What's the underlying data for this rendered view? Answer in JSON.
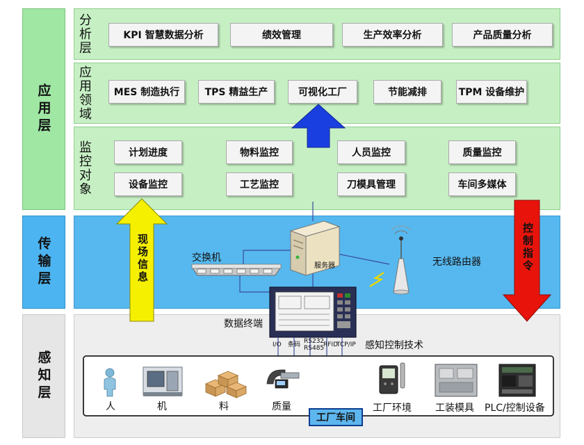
{
  "layers": {
    "application": "应用层",
    "transport": "传输层",
    "perception": "感知层"
  },
  "bands": {
    "analysis": "分析层",
    "domain": "应用领域",
    "monitor": "监控对象"
  },
  "analysis_items": [
    "KPI 智慧数据分析",
    "绩效管理",
    "生产效率分析",
    "产品质量分析"
  ],
  "domain_items": [
    "MES 制造执行",
    "TPS 精益生产",
    "可视化工厂",
    "节能减排",
    "TPM 设备维护"
  ],
  "monitor_items": [
    "计划进度",
    "物料监控",
    "人员监控",
    "质量监控",
    "设备监控",
    "工艺监控",
    "刀模具管理",
    "车间多媒体"
  ],
  "arrows": {
    "up_label": "现场信息",
    "down_label": "控制指令",
    "up_color": "#f5f000",
    "down_color": "#e8140c",
    "center_color": "#1a3fe0"
  },
  "transport": {
    "switch_label": "交换机",
    "server_label": "服务器",
    "router_label": "无线路由器",
    "terminal_label": "数据终端"
  },
  "ports": [
    "I/O",
    "条码",
    "RS232",
    "RS485",
    "RFID",
    "TCP/IP"
  ],
  "perception": {
    "tech_label": "感知控制技术",
    "workshop_label": "工厂车间",
    "items": [
      "人",
      "机",
      "料",
      "质量",
      "工厂环境",
      "工装模具",
      "PLC/控制设备"
    ]
  }
}
